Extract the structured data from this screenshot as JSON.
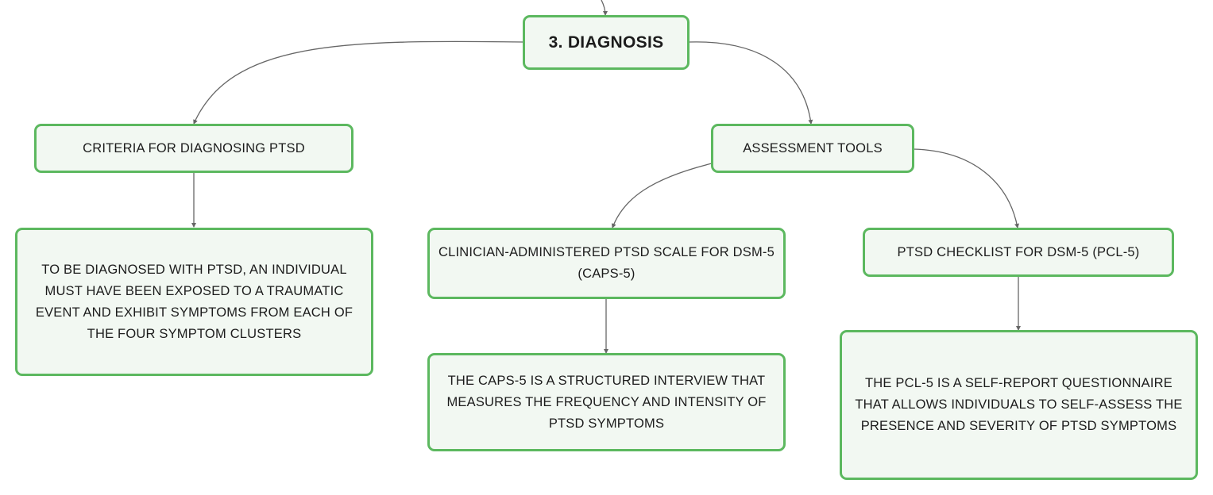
{
  "diagram": {
    "root": {
      "label": "3. DIAGNOSIS"
    },
    "criteria": {
      "label": "CRITERIA FOR DIAGNOSING PTSD",
      "detail": "TO BE DIAGNOSED WITH PTSD, AN INDIVIDUAL MUST HAVE BEEN EXPOSED TO A TRAUMATIC EVENT AND EXHIBIT SYMPTOMS FROM EACH OF THE FOUR SYMPTOM CLUSTERS"
    },
    "assessment": {
      "label": "ASSESSMENT TOOLS",
      "caps": {
        "label": "CLINICIAN-ADMINISTERED PTSD SCALE FOR DSM-5 (CAPS-5)",
        "detail": "THE CAPS-5 IS A STRUCTURED INTERVIEW THAT MEASURES THE FREQUENCY AND INTENSITY OF PTSD SYMPTOMS"
      },
      "pcl": {
        "label": "PTSD CHECKLIST FOR DSM-5 (PCL-5)",
        "detail": "THE PCL-5 IS A SELF-REPORT QUESTIONNAIRE THAT ALLOWS INDIVIDUALS TO SELF-ASSESS THE PRESENCE AND SEVERITY OF PTSD SYMPTOMS"
      }
    }
  },
  "colors": {
    "node_border": "#5cb85f",
    "node_fill": "#f2f8f2",
    "connector": "#666666",
    "text": "#1c1c1c"
  }
}
